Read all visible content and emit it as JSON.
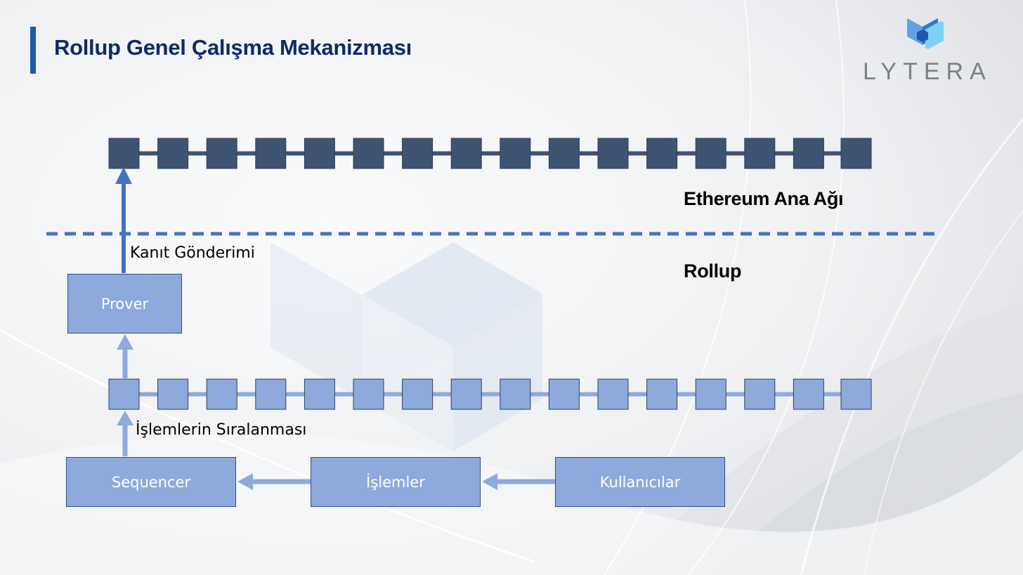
{
  "slide": {
    "title": "Rollup Genel Çalışma Mekanizması"
  },
  "logo": {
    "text": "LYTERA",
    "icon": "cube-logo-icon"
  },
  "layers": {
    "mainnet_label": "Ethereum Ana Ağı",
    "rollup_label": "Rollup"
  },
  "steps": {
    "proof_submission": "Kanıt Gönderimi",
    "transaction_ordering": "İşlemlerin Sıralanması"
  },
  "components": {
    "prover": "Prover",
    "sequencer": "Sequencer",
    "transactions": "İşlemler",
    "users": "Kullanıcılar"
  },
  "chains": {
    "mainnet_block_count": 16,
    "rollup_block_count": 16
  },
  "colors": {
    "title": "#0f2a66",
    "accent_bar": "#1f5ca8",
    "mainnet_block": "#3f5373",
    "rollup_block": "#8eaadc",
    "arrow": "#4472c4",
    "divider": "#4472c4",
    "logo_text": "#7b7f87"
  }
}
